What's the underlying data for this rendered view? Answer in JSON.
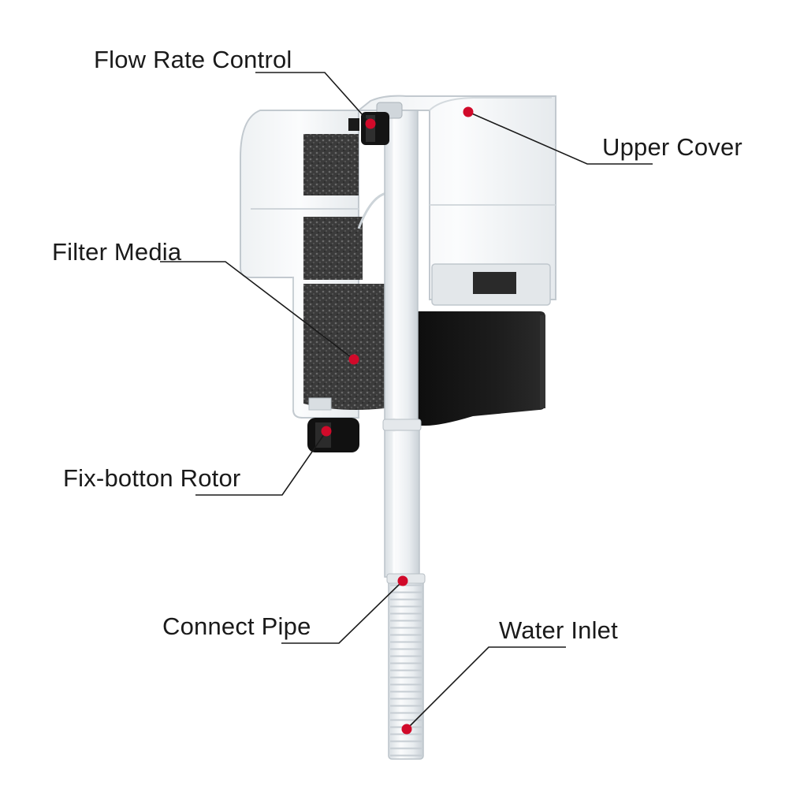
{
  "diagram": {
    "labels": {
      "flow_rate_control": "Flow Rate Control",
      "upper_cover": "Upper Cover",
      "filter_media": "Filter Media",
      "fix_botton_rotor": "Fix-botton Rotor",
      "connect_pipe": "Connect Pipe",
      "water_inlet": "Water Inlet"
    },
    "colors": {
      "marker": "#d10a2a",
      "leader_line": "#1a1a1a",
      "motor_body": "#141414",
      "sponge": "#3a3a3a"
    }
  }
}
